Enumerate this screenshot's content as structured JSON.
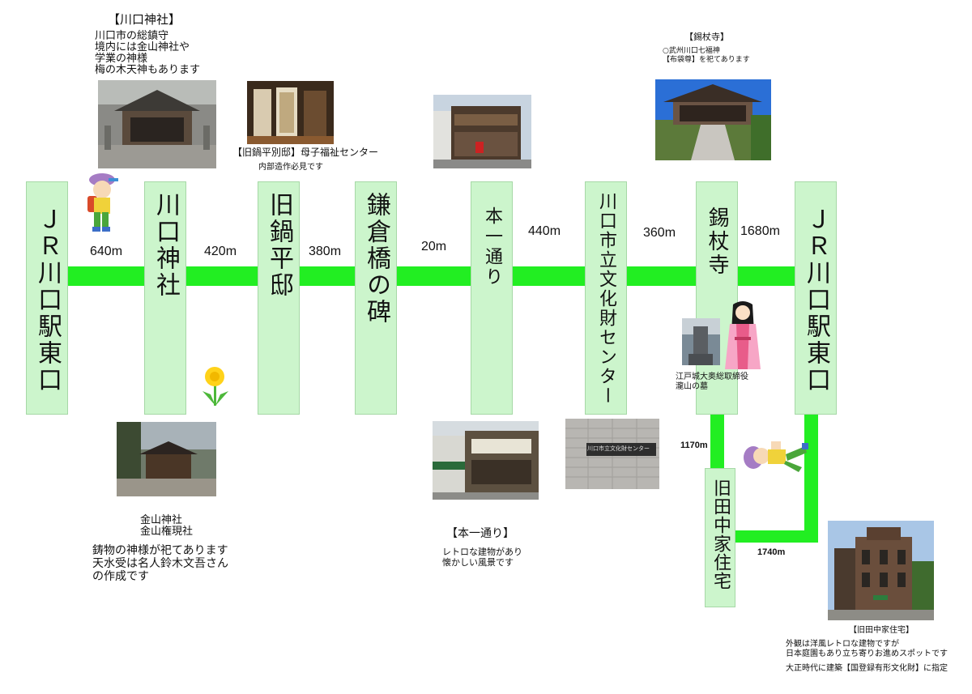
{
  "stations": {
    "jr_start": "ＪＲ川口駅東口",
    "kawaguchi_shrine": "川口神社",
    "old_nabehira": "旧鍋平邸",
    "kamakura_bridge": "鎌倉橋の碑",
    "honichi": "本一通り",
    "culture_center": "川口市立文化財センター",
    "shakujoji": "錫杖寺",
    "jr_end": "ＪＲ川口駅東口",
    "tanaka": "旧田中家住宅"
  },
  "distances": {
    "d1": "640m",
    "d2": "420m",
    "d3": "380m",
    "d4": "20m",
    "d5": "440m",
    "d6": "360m",
    "d7": "1680m",
    "d8": "1170m",
    "d9": "1740m"
  },
  "notes": {
    "shrine_heading": "【川口神社】",
    "shrine_desc": [
      "川口市の総鎮守",
      "境内には金山神社や",
      "学業の神様",
      "梅の木天神もあります"
    ],
    "nabehira_caption": "【旧鍋平別邸】母子福祉センター",
    "nabehira_sub": "内部造作必見です",
    "kanayama_title": [
      "金山神社",
      "金山権現社"
    ],
    "kanayama_desc": [
      "鋳物の神様が祀てあります",
      "天水受は名人鈴木文吾さん",
      "の作成です"
    ],
    "honichi_heading": "【本一通り】",
    "honichi_desc": [
      "レトロな建物があり",
      "懐かしい風景です"
    ],
    "shakujoji_heading": "【錫杖寺】",
    "shakujoji_desc": [
      "○武州川口七福神",
      "【布袋尊】を祀てあります"
    ],
    "grave_caption": [
      "江戸城大奥総取締役",
      "瀧山の墓"
    ],
    "tanaka_heading": "【旧田中家住宅】",
    "tanaka_desc": [
      "外観は洋風レトロな建物ですが",
      "日本庭園もあり立ち寄りお進めスポットです",
      "大正時代に建築【国登録有形文化財】に指定"
    ],
    "plaque_text": "川口市立文化財センター"
  },
  "colors": {
    "road": "#22ee22",
    "station_fill": "#ccf5cc"
  }
}
